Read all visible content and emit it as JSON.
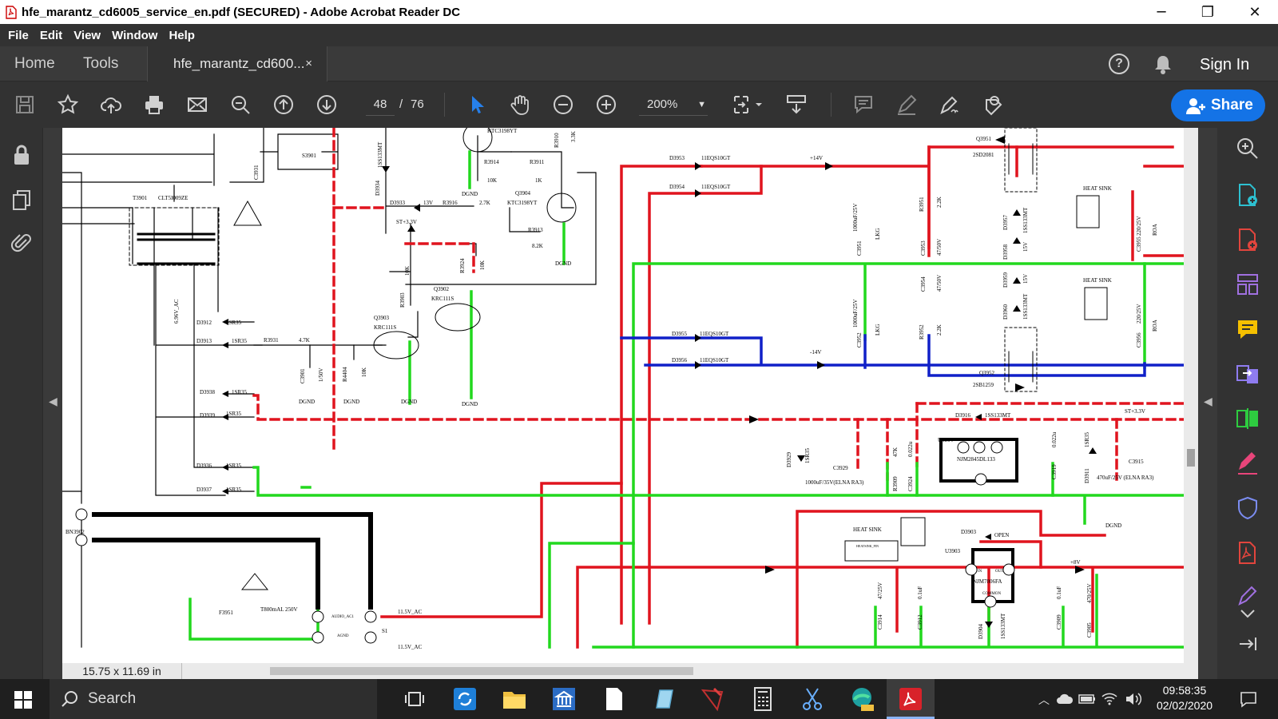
{
  "window": {
    "title": "hfe_marantz_cd6005_service_en.pdf (SECURED) - Adobe Acrobat Reader DC",
    "minimize": "─",
    "maximize": "❐",
    "close": "✕"
  },
  "menu": [
    "File",
    "Edit",
    "View",
    "Window",
    "Help"
  ],
  "tabs": {
    "home": "Home",
    "tools": "Tools",
    "document": "hfe_marantz_cd600...",
    "close": "×",
    "help": "?",
    "sign_in": "Sign In"
  },
  "toolbar": {
    "page_current": "48",
    "page_separator": "/",
    "page_total": "76",
    "zoom": "200%",
    "share": "Share"
  },
  "status": {
    "page_size": "15.75 x 11.69 in"
  },
  "schematic": {
    "labels": {
      "s3901": "S3901",
      "c3931": "C3931",
      "t3901": "T3901",
      "clt": "CLT5I009ZE",
      "vac": "6.96V_AC",
      "d3912": "D3912",
      "d3913": "D3913",
      "d3938": "D3938",
      "d3939": "D3939",
      "d3936": "D3936",
      "d3937": "D3937",
      "s1sr35": "1SR35",
      "r3931": "R3931",
      "r3931v": "4.7K",
      "c3901": "C3901",
      "c3901v": "1/50V",
      "r4404": "R4404",
      "r4404v": "10K",
      "dgnd": "DGND",
      "d3934": "D3934",
      "s1ss": "1SS133MT",
      "d3933": "D3933",
      "v13": "13V",
      "r3916": "R3916",
      "r3916v": "2.7K",
      "st33": "ST+3.3V",
      "q3904": "Q3904",
      "ktc": "KTC3198YT",
      "r3914": "R3914",
      "r3914v": "10K",
      "r3911": "R3911",
      "r3911v": "1K",
      "r3910": "R3910",
      "r3910v": "3.3K",
      "r3913": "R3913",
      "r3913v": "8.2K",
      "r3903": "R3903",
      "r3903v": "10K",
      "r3924": "R3924",
      "r3924v": "10K",
      "q3902": "Q3902",
      "krc": "KRC111S",
      "q3903": "Q3903",
      "d3953": "D3953",
      "d3954": "D3954",
      "d3955": "D3955",
      "d3956": "D3956",
      "eq": "11EQS10GT",
      "p14": "+14V",
      "m14": "-14V",
      "c3951": "C3951",
      "c3952": "C3952",
      "c3951v": "1000uF/25V",
      "lkg": "LKG",
      "r3951": "R3951",
      "r3952": "R3952",
      "r3951v": "2.2K",
      "c3953": "C3953",
      "c3954": "C3954",
      "c3953v": "47/50V",
      "d3957": "D3957",
      "d3958": "D3958",
      "d3959": "D3959",
      "d3960": "D3960",
      "v15": "15V",
      "q3951": "Q3951",
      "q3951p": "2SD2081",
      "q3952": "Q3952",
      "q3952p": "2SB1259",
      "heatsink": "HEAT SINK",
      "c3955": "C3955",
      "c3956": "C3956",
      "c3955v": "220/25V",
      "roa": "ROA",
      "d3916": "D3916",
      "st33b": "ST+3.3V",
      "u3904": "U3904",
      "u3904p": "NJM2845DL133",
      "d3929": "D3929",
      "c3929": "C3929",
      "c3929v": "1000uF/35V(ELNA RA3)",
      "r3909": "R3909",
      "r3909v": "47K",
      "c3924": "C3924",
      "c3924v": "0.022u",
      "c3919": "C3919",
      "c3919v": "0.022u",
      "d3911": "D3911",
      "c3915": "C3915",
      "c3915v": "470uF/25V (ELNA RA3)",
      "bn3902": "BN3902",
      "f3951": "F3951",
      "fuse": "T800mAL 250V",
      "audio": "AUDIO_AC1",
      "agnd": "AGND",
      "ac115": "11.5V_AC",
      "ac115b": "11.5V_AC",
      "s1": "S1",
      "d3903": "D3903",
      "open": "OPEN",
      "u3903": "U3903",
      "u3903p": "NJM7806FA",
      "in": "IN",
      "out": "OUT",
      "common": "COMMON",
      "p8v": "+8V",
      "c3914": "C3914",
      "c3914v": "47/25V",
      "c3912": "C3912",
      "c3912v": "0.1uF",
      "d3904": "D3904",
      "c3909": "C3909",
      "c3909v": "0.1uF",
      "c3905": "C3905",
      "c3905v": "470/25V",
      "heatsinkpin": "HEATSINK_PIN"
    }
  },
  "taskbar": {
    "search": "Search",
    "time": "09:58:35",
    "date": "02/02/2020"
  },
  "colors": {
    "accent": "#1473e6",
    "red_trace": "#e0141e",
    "green_trace": "#22d81e",
    "blue_trace": "#1020c8"
  }
}
